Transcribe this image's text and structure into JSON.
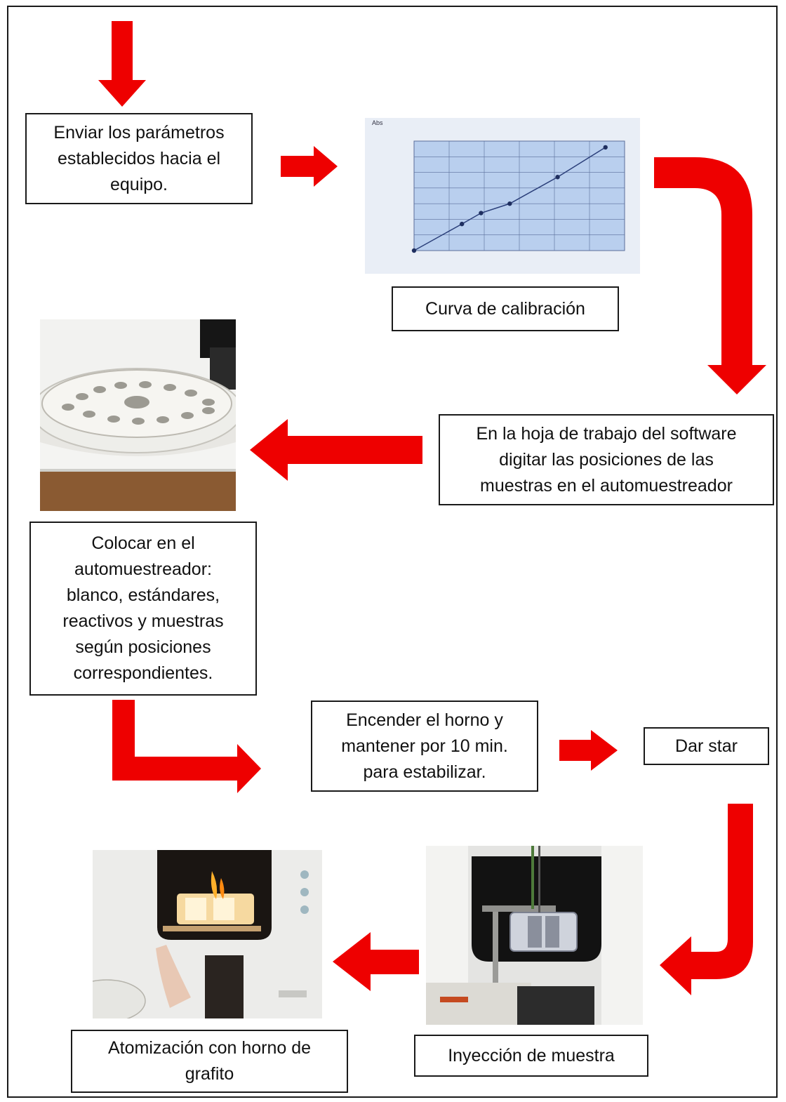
{
  "steps": {
    "send_params": "Enviar los parámetros\nestablecidos hacia el\nequipo.",
    "calibration_caption": "Curva de calibración",
    "worksheet": "En la hoja de trabajo del software\ndigitar las posiciones de las\nmuestras en el automuestreador",
    "place_samples": "Colocar en el\nautomuestreador:\nblanco, estándares,\nreactivos y muestras\nsegún posiciones\ncorrespondientes.",
    "oven_on": "Encender el horno y\nmantener por 10 min.\npara estabilizar.",
    "start": "Dar star",
    "injection": "Inyección de muestra",
    "atomization": "Atomización con horno de\ngrafito"
  },
  "colors": {
    "arrow": "#ee0000",
    "chart_bg": "#d7e4f3",
    "chart_line": "#2b3f7a"
  },
  "icons": [
    "down-arrow",
    "right-arrow",
    "left-arrow",
    "curved-arrow"
  ],
  "chart_data": {
    "type": "line",
    "x": [
      0,
      5,
      7,
      10,
      15,
      20
    ],
    "y": [
      0.0,
      0.17,
      0.24,
      0.3,
      0.47,
      0.66
    ]
  }
}
